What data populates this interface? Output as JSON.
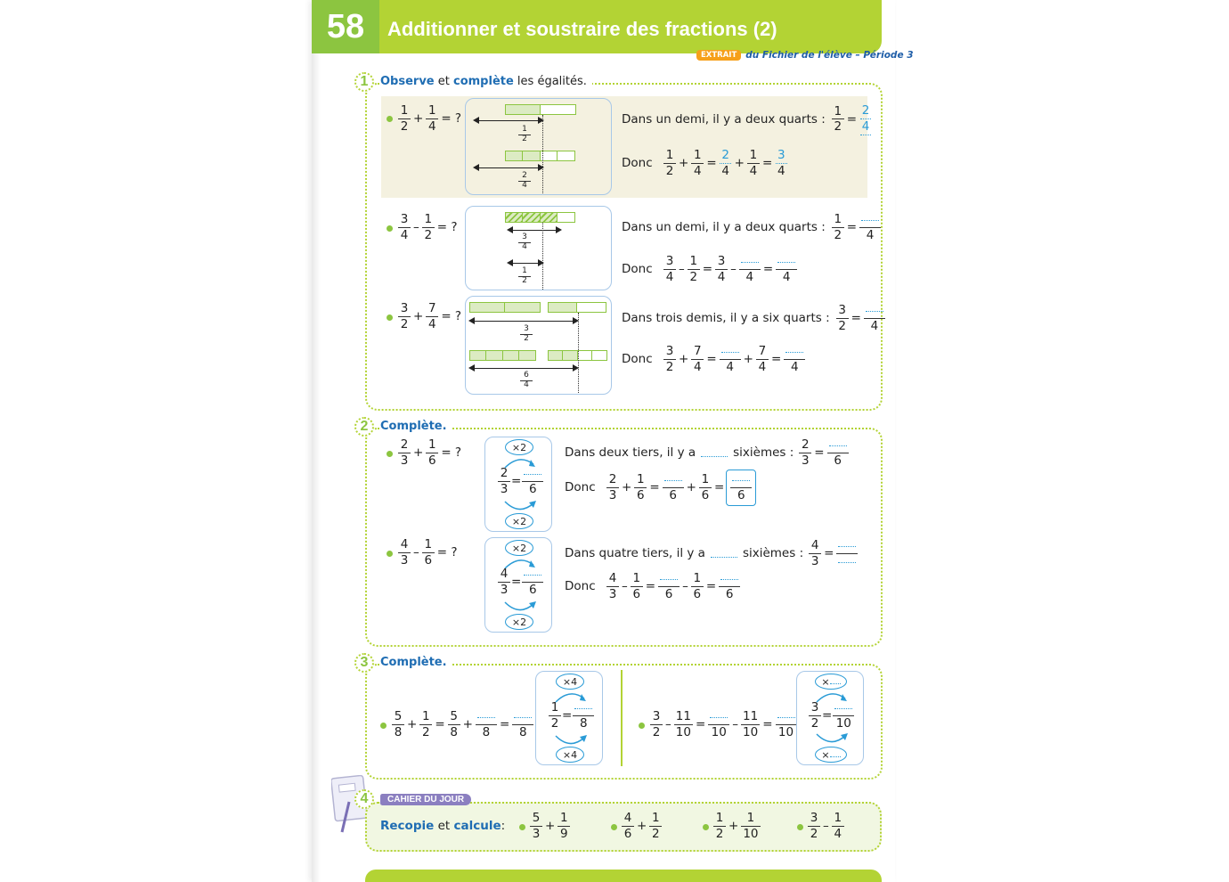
{
  "header": {
    "lesson_number": "58",
    "title": "Additionner et soustraire des fractions (2)",
    "extrait_badge": "EXTRAIT",
    "source": "du Fichier de l'élève – Période 3",
    "colors": {
      "number_bg": "#8cc540",
      "title_bg": "#b3d334",
      "badge": "#f6a01a",
      "text_blue": "#1f5ea8"
    }
  },
  "ex1": {
    "number": "1",
    "title_word1": "Observe",
    "title_et": " et ",
    "title_word2": "complète",
    "title_rest": " les égalités.",
    "items": [
      {
        "q": {
          "a_n": "1",
          "a_d": "2",
          "op": "+",
          "b_n": "1",
          "b_d": "4",
          "tail": "= ?"
        },
        "diagram": {
          "label1_n": "1",
          "label1_d": "2",
          "label2_n": "2",
          "label2_d": "4"
        },
        "line1": "Dans un demi, il y a deux quarts :",
        "line1_frac": {
          "n": "1",
          "d": "2",
          "ans_n": "2",
          "ans_d": "4"
        },
        "donc": "Donc",
        "line2": {
          "a_n": "1",
          "a_d": "2",
          "op": "+",
          "b_n": "1",
          "b_d": "4",
          "c_n": "2",
          "c_d": "4",
          "op2": "+",
          "e_n": "1",
          "e_d": "4",
          "r_n": "3",
          "r_d": "4"
        }
      },
      {
        "q": {
          "a_n": "3",
          "a_d": "4",
          "op": "–",
          "b_n": "1",
          "b_d": "2",
          "tail": "= ?"
        },
        "diagram": {
          "label1_n": "3",
          "label1_d": "4",
          "label2_n": "1",
          "label2_d": "2"
        },
        "line1": "Dans un demi, il y a deux quarts :",
        "line1_frac": {
          "n": "1",
          "d": "2",
          "ans_d": "4"
        },
        "donc": "Donc",
        "line2": {
          "a_n": "3",
          "a_d": "4",
          "op": "–",
          "b_n": "1",
          "b_d": "2",
          "c_n": "3",
          "c_d": "4",
          "op2": "–",
          "e_d": "4",
          "r_d": "4"
        }
      },
      {
        "q": {
          "a_n": "3",
          "a_d": "2",
          "op": "+",
          "b_n": "7",
          "b_d": "4",
          "tail": "= ?"
        },
        "diagram": {
          "label1_n": "3",
          "label1_d": "2",
          "label2_n": "6",
          "label2_d": "4"
        },
        "line1": "Dans trois demis, il y a six quarts :",
        "line1_frac": {
          "n": "3",
          "d": "2",
          "ans_d": "4"
        },
        "donc": "Donc",
        "line2": {
          "a_n": "3",
          "a_d": "2",
          "op": "+",
          "b_n": "7",
          "b_d": "4",
          "c_d": "4",
          "op2": "+",
          "e_n": "7",
          "e_d": "4",
          "r_d": "4"
        }
      }
    ]
  },
  "ex2": {
    "number": "2",
    "title": "Complète.",
    "items": [
      {
        "q": {
          "a_n": "2",
          "a_d": "3",
          "op": "+",
          "b_n": "1",
          "b_d": "6",
          "tail": "= ?"
        },
        "box": {
          "top": "×2",
          "bottom": "×2",
          "n": "2",
          "d": "3",
          "ans_d": "6"
        },
        "line1_a": "Dans deux tiers, il y a",
        "line1_b": "sixièmes :",
        "line1_frac": {
          "n": "2",
          "d": "3",
          "ans_d": "6"
        },
        "donc": "Donc",
        "line2": {
          "a_n": "2",
          "a_d": "3",
          "op": "+",
          "b_n": "1",
          "b_d": "6",
          "c_d": "6",
          "op2": "+",
          "e_n": "1",
          "e_d": "6",
          "r_d": "6"
        }
      },
      {
        "q": {
          "a_n": "4",
          "a_d": "3",
          "op": "–",
          "b_n": "1",
          "b_d": "6",
          "tail": "= ?"
        },
        "box": {
          "top": "×2",
          "bottom": "×2",
          "n": "4",
          "d": "3",
          "ans_d": "6"
        },
        "line1_a": "Dans quatre tiers, il y a",
        "line1_b": "sixièmes :",
        "line1_frac": {
          "n": "4",
          "d": "3"
        },
        "donc": "Donc",
        "line2": {
          "a_n": "4",
          "a_d": "3",
          "op": "–",
          "b_n": "1",
          "b_d": "6",
          "c_d": "6",
          "op2": "–",
          "e_n": "1",
          "e_d": "6",
          "r_d": "6"
        }
      }
    ]
  },
  "ex3": {
    "number": "3",
    "title": "Complète.",
    "left": {
      "expr": {
        "a_n": "5",
        "a_d": "8",
        "op": "+",
        "b_n": "1",
        "b_d": "2",
        "c_n": "5",
        "c_d": "8",
        "op2": "+",
        "e_d": "8",
        "r_d": "8"
      },
      "box": {
        "top": "×4",
        "bottom": "×4",
        "n": "1",
        "d": "2",
        "ans_d": "8"
      }
    },
    "right": {
      "expr": {
        "a_n": "3",
        "a_d": "2",
        "op": "–",
        "b_n": "11",
        "b_d": "10",
        "c_d": "10",
        "op2": "–",
        "e_n": "11",
        "e_d": "10",
        "r_d": "10"
      },
      "box": {
        "top": "×",
        "bottom": "×",
        "n": "3",
        "d": "2",
        "ans_d": "10"
      }
    }
  },
  "ex4": {
    "number": "4",
    "tag": "CAHIER DU JOUR",
    "label_word1": "Recopie",
    "label_et": " et ",
    "label_word2": "calcule",
    "label_colon": " :",
    "items": [
      {
        "a_n": "5",
        "a_d": "3",
        "op": "+",
        "b_n": "1",
        "b_d": "9"
      },
      {
        "a_n": "4",
        "a_d": "6",
        "op": "+",
        "b_n": "1",
        "b_d": "2"
      },
      {
        "a_n": "1",
        "a_d": "2",
        "op": "+",
        "b_n": "1",
        "b_d": "10"
      },
      {
        "a_n": "3",
        "a_d": "2",
        "op": "–",
        "b_n": "1",
        "b_d": "4"
      }
    ]
  }
}
